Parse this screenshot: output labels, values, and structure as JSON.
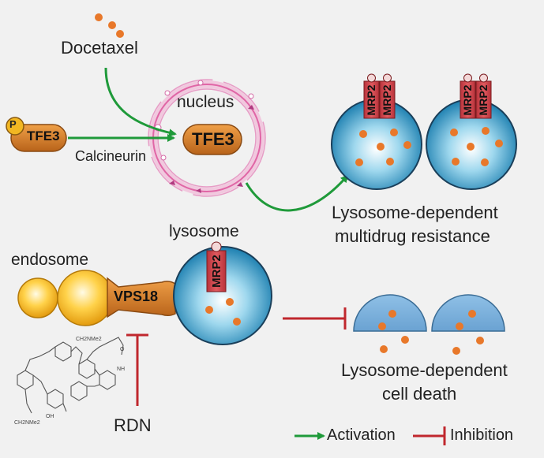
{
  "labels": {
    "docetaxel": "Docetaxel",
    "nucleus": "nucleus",
    "tfe3_phospho": "TFE3",
    "phospho_mark": "P",
    "tfe3_nuclear": "TFE3",
    "calcineurin": "Calcineurin",
    "resistance_line1": "Lysosome-dependent",
    "resistance_line2": "multidrug resistance",
    "lysosome": "lysosome",
    "endosome": "endosome",
    "vps18": "VPS18",
    "mrp2": "MRP2",
    "death_line1": "Lysosome-dependent",
    "death_line2": "cell death",
    "rdn": "RDN"
  },
  "legend": {
    "activation": "Activation",
    "inhibition": "Inhibition"
  },
  "structure_labels": {
    "amine_top": "CH2NMe2",
    "amine_bottom": "CH2NMe2",
    "nh": "NH",
    "oxo": "O",
    "hydroxyl": "OH"
  },
  "colors": {
    "activation_arrow": "#1f9a3a",
    "inhibition_bar": "#c0272d",
    "tfe3": "#c8761e",
    "mrp2": "#d4454b",
    "lysosome": "#3a9cc8",
    "endosome": "#f2b722",
    "drug_dot": "#e8782a",
    "nucleus_envelope": "#e066a6"
  }
}
